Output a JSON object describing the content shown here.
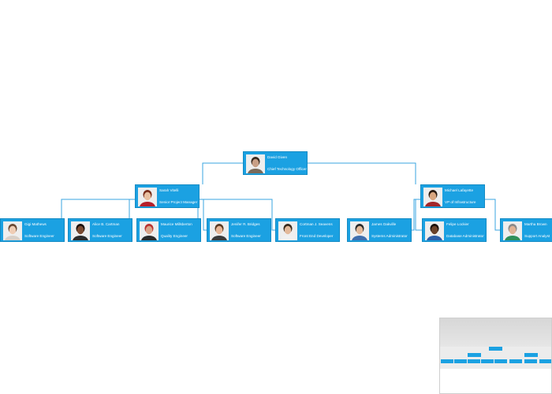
{
  "org_chart": {
    "nodes": [
      {
        "id": "ceo",
        "name": "David Given",
        "title": "Chief Technology Officer",
        "skin": "#c89f86",
        "shirt": "#7a6a5a",
        "hair": "#3b2b20"
      },
      {
        "id": "pm",
        "name": "Sarah Vitelli",
        "title": "Senior Project Manager",
        "skin": "#e8c0a0",
        "shirt": "#b51f2a",
        "hair": "#7a2e1a"
      },
      {
        "id": "vp",
        "name": "Michael Lafayette",
        "title": "VP of Infrastructure",
        "skin": "#d9a67f",
        "shirt": "#a3262a",
        "hair": "#2a1a10"
      },
      {
        "id": "e1",
        "name": "Gigi Mathews",
        "title": "Software Engineer",
        "skin": "#efcdb5",
        "shirt": "#d8d0c8",
        "hair": "#6b4a35"
      },
      {
        "id": "e2",
        "name": "Alice B. Cartman",
        "title": "Software Engineer",
        "skin": "#7a4a30",
        "shirt": "#2b2b2b",
        "hair": "#1a0e08"
      },
      {
        "id": "e3",
        "name": "Maurice Millsberton",
        "title": "Quality Engineer",
        "skin": "#d9a488",
        "shirt": "#2a2a2a",
        "hair": "#b8312f"
      },
      {
        "id": "e4",
        "name": "Jenifer R. Bridges",
        "title": "Software Engineer",
        "skin": "#e7b696",
        "shirt": "#3b3b3b",
        "hair": "#5a3a22"
      },
      {
        "id": "e5",
        "name": "Cortman J. Seavens",
        "title": "Front End Developer",
        "skin": "#e3b99a",
        "shirt": "#f0f0f0",
        "hair": "#3a2a1c"
      },
      {
        "id": "e6",
        "name": "James Oakville",
        "title": "Systems Administrator",
        "skin": "#e2b999",
        "shirt": "#3f6fae",
        "hair": "#2a2a2a"
      },
      {
        "id": "e7",
        "name": "Felipe Lockier",
        "title": "Database Administrator",
        "skin": "#6b4129",
        "shirt": "#2d5ea8",
        "hair": "#1a0e08"
      },
      {
        "id": "e8",
        "name": "Martha Brown",
        "title": "Support Analyst",
        "skin": "#e0b294",
        "shirt": "#2f8f5a",
        "hair": "#8a8a8a"
      }
    ]
  },
  "colors": {
    "node_bg": "#1ba1e2",
    "connector": "#3aa6e0"
  }
}
